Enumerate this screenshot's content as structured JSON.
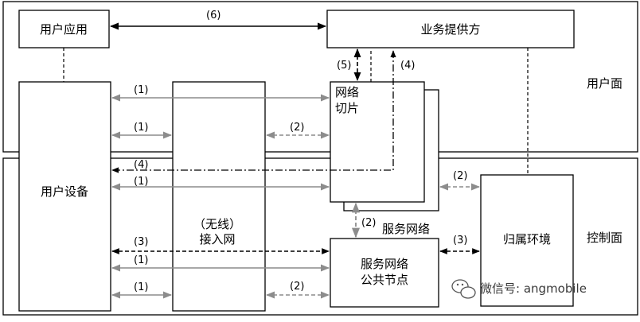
{
  "planes": {
    "user_plane": "用户面",
    "control_plane": "控制面"
  },
  "nodes": {
    "user_app": "用户应用",
    "service_provider": "业务提供方",
    "user_equipment": "用户设备",
    "access_network_line1": "（无线）",
    "access_network_line2": "接入网",
    "network_slice_line1": "网络",
    "network_slice_line2": "切片",
    "service_network": "服务网络",
    "service_network_common_line1": "服务网络",
    "service_network_common_line2": "公共节点",
    "home_environment": "归属环境"
  },
  "labels": {
    "l1": "(1)",
    "l2": "(2)",
    "l3": "(3)",
    "l4": "(4)",
    "l5": "(5)",
    "l6": "(6)"
  },
  "watermark": {
    "text": "微信号: angmobile",
    "icon": "wechat-icon"
  },
  "colors": {
    "line": "#000000",
    "gray_arrow": "#8c8c8c"
  }
}
